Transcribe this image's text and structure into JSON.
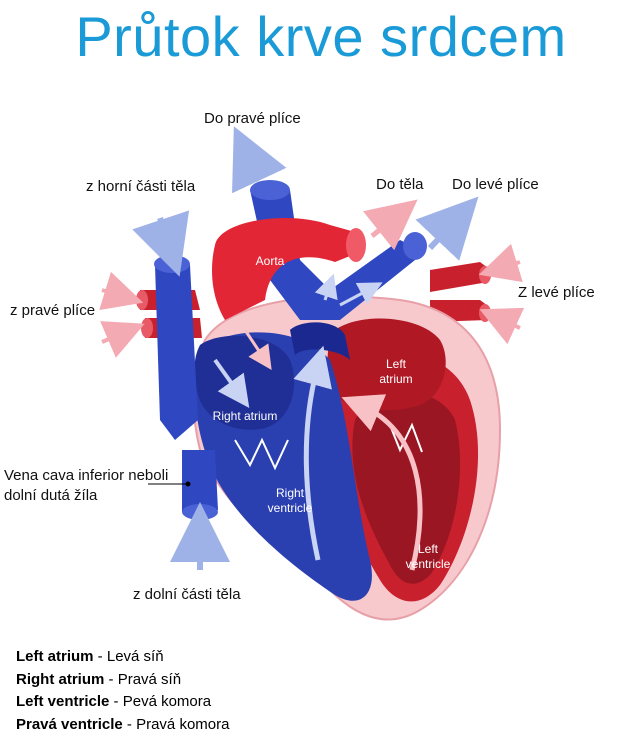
{
  "title": "Průtok krve srdcem",
  "colors": {
    "title": "#1a9ad6",
    "oxygenated": "#e32636",
    "deoxygenated": "#2a3fb0",
    "arrow_blue": "#9fb2e8",
    "arrow_pink": "#f3aab2"
  },
  "outer_labels": {
    "to_right_lung": "Do pravé plíce",
    "from_upper_body": "z horní části těla",
    "to_body": "Do těla",
    "to_left_lung": "Do levé plíce",
    "from_right_lung": "z pravé plíce",
    "from_left_lung": "Z levé plíce",
    "vena_cava": "Vena cava inferior neboli dolní dutá žíla",
    "from_lower_body": "z dolní části těla"
  },
  "inner_labels": {
    "aorta": "Aorta",
    "left_atrium_1": "Left",
    "left_atrium_2": "atrium",
    "right_atrium": "Right atrium",
    "right_ventricle_1": "Right",
    "right_ventricle_2": "ventricle",
    "left_ventricle_1": "Left",
    "left_ventricle_2": "ventricle"
  },
  "legend": [
    {
      "term": "Left atrium",
      "sep": " - ",
      "meaning": "Levá síň"
    },
    {
      "term": "Right atrium",
      "sep": " - ",
      "meaning": "Pravá síň"
    },
    {
      "term": "Left ventricle",
      "sep": " - ",
      "meaning": "Pevá komora"
    },
    {
      "term": "Pravá ventricle",
      "sep": " - ",
      "meaning": "Pravá komora"
    }
  ]
}
